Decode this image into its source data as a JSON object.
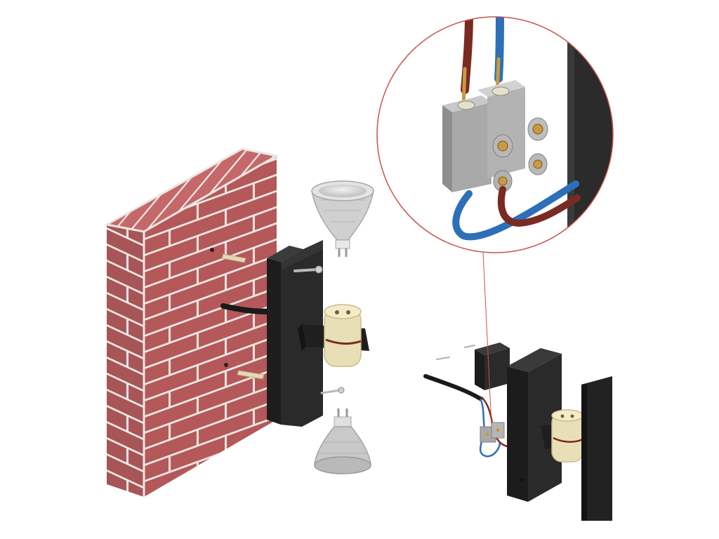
{
  "diagram": {
    "colors": {
      "background": "#ffffff",
      "brick": "#b4585a",
      "brick_top": "#c4686a",
      "brick_side": "#a24c4e",
      "mortar": "#ece7e2",
      "housing": "#2a2a2a",
      "housing_edge": "#3b3b3b",
      "socket": "#e9dfb6",
      "lamp": "#d4d4d4",
      "lamp_dark": "#9b9b9b",
      "live_wire": "#7b2a22",
      "neutral_wire": "#2d6fb8",
      "terminal_block": "#a9a9a9",
      "brass": "#c79a43",
      "leader_line": "#c7554a"
    },
    "components": [
      {
        "name": "brick-wall"
      },
      {
        "name": "wall-plugs"
      },
      {
        "name": "mounting-screws"
      },
      {
        "name": "wall-bracket"
      },
      {
        "name": "gu10-socket"
      },
      {
        "name": "gu10-lamp-top"
      },
      {
        "name": "gu10-lamp-bottom"
      },
      {
        "name": "terminal-block"
      },
      {
        "name": "live-wire"
      },
      {
        "name": "neutral-wire"
      },
      {
        "name": "junction-cover"
      },
      {
        "name": "light-fitting-cover"
      }
    ],
    "detail_view": {
      "shape": "circle",
      "subject": "terminal-block-connection"
    }
  }
}
